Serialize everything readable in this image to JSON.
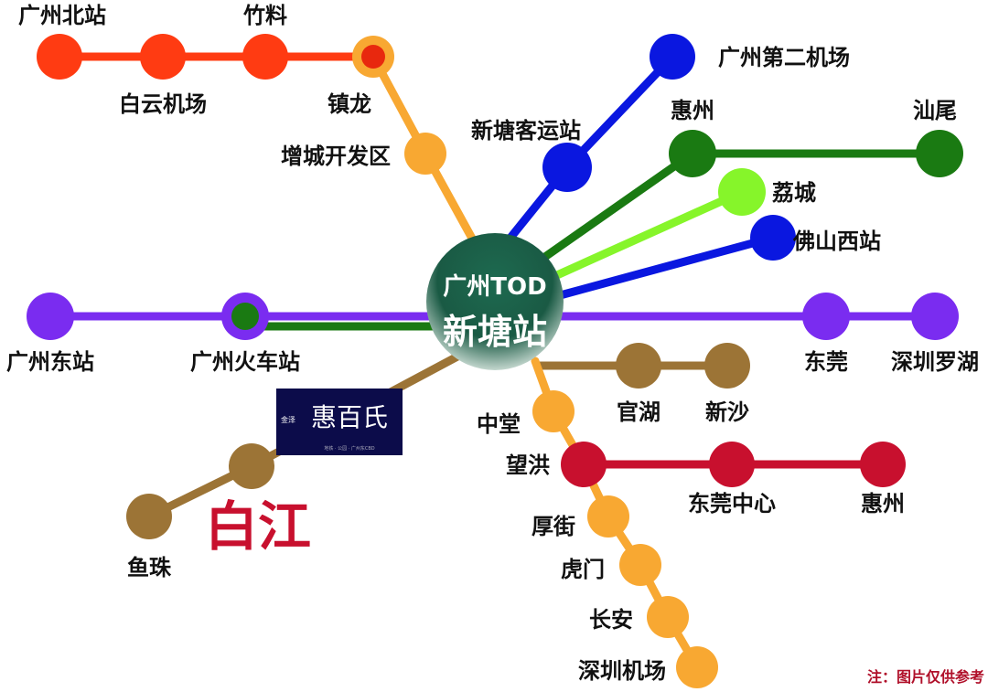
{
  "hub": {
    "line1": "广州TOD",
    "line2": "新塘站"
  },
  "logo": {
    "brand": "惠百氏",
    "prefix": "金泽",
    "tagline": "地铁 · 公园 · 广州东CBD"
  },
  "district_label": "白江",
  "note": "注：图片仅供参考",
  "colors": {
    "red": "#ff3b12",
    "orange": "#f8a832",
    "blue": "#0a17e0",
    "green": "#1a7a12",
    "lime": "#86f52a",
    "purple": "#7a2cf0",
    "brown": "#9c7436",
    "crimson": "#c8102e",
    "hub": "#1d5a45",
    "logo_bg": "#0c0c4a"
  },
  "stations": {
    "guangzhou_north": "广州北站",
    "zhuliao": "竹料",
    "baiyun_airport": "白云机场",
    "zhenlong": "镇龙",
    "zengcheng": "增城开发区",
    "xintang_bus": "新塘客运站",
    "gz_second_airport": "广州第二机场",
    "huizhou_top": "惠州",
    "shanwei": "汕尾",
    "licheng": "荔城",
    "foshan_west": "佛山西站",
    "gz_east": "广州东站",
    "gz_railway": "广州火车站",
    "dongguan": "东莞",
    "sz_luohu": "深圳罗湖",
    "guanhu": "官湖",
    "xinsha": "新沙",
    "yuzhu": "鱼珠",
    "zhongtang": "中堂",
    "wanghong": "望洪",
    "dongguan_center": "东莞中心",
    "huizhou_bottom": "惠州",
    "houjie": "厚街",
    "humen": "虎门",
    "changan": "长安",
    "sz_airport": "深圳机场"
  }
}
